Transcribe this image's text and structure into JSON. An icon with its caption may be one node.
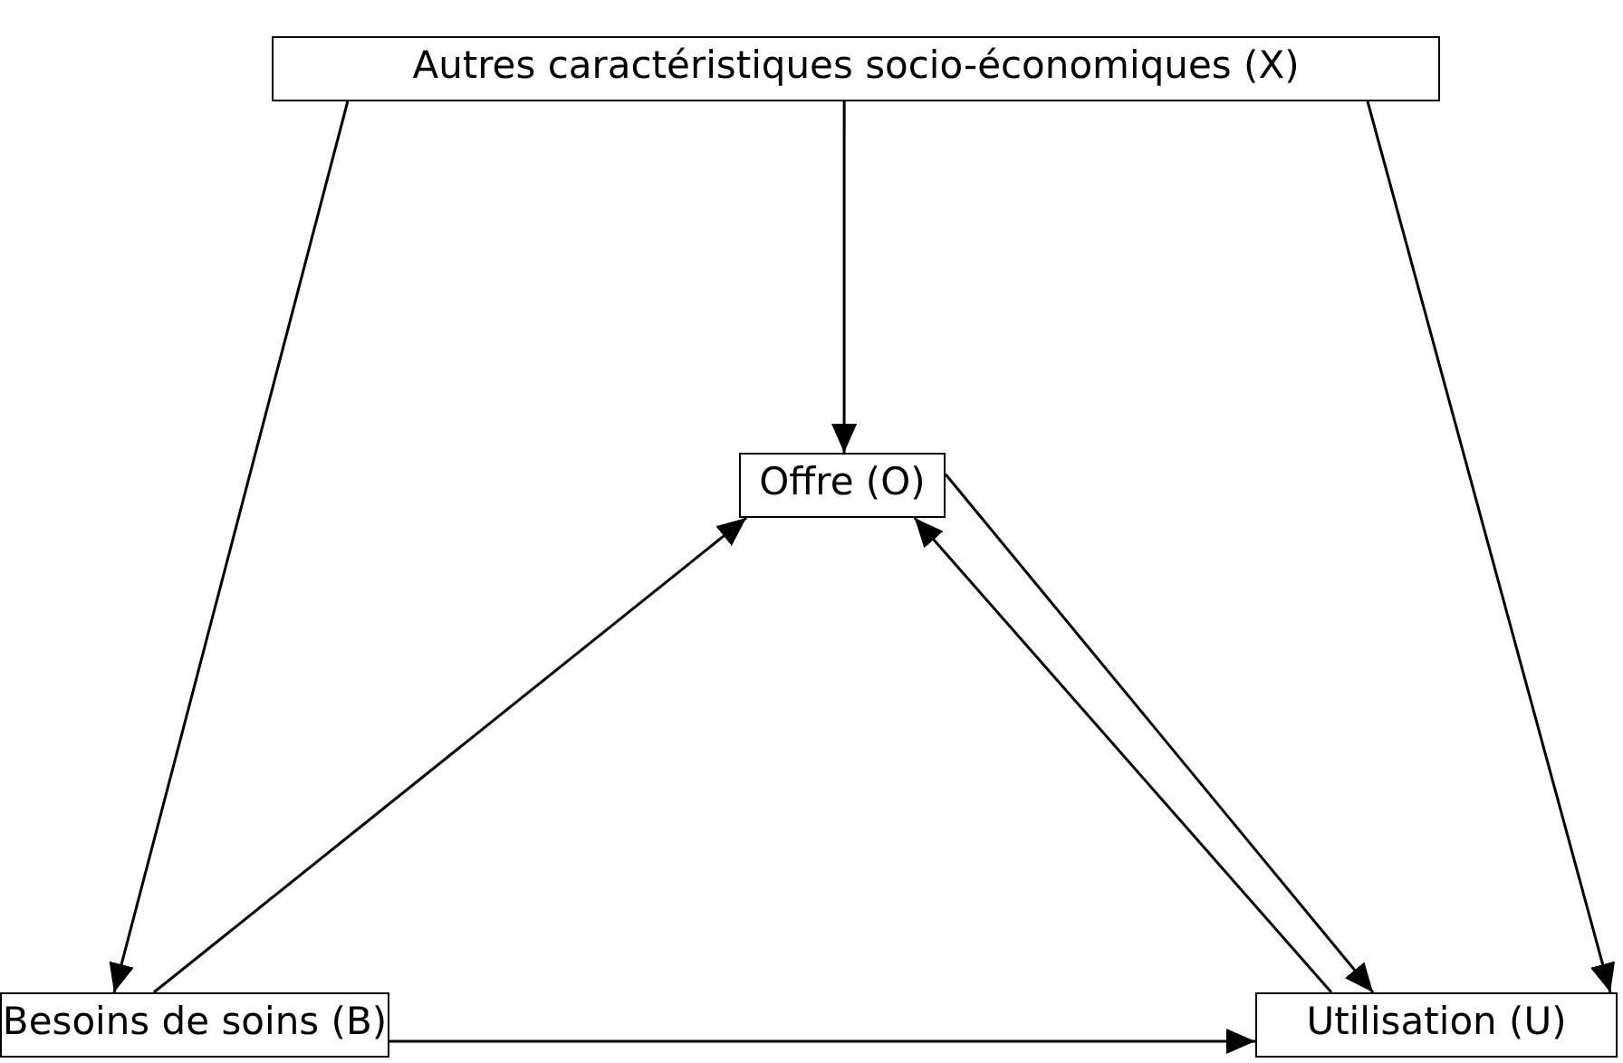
{
  "diagram": {
    "nodes": [
      {
        "text": [
          "Autres caractéristiques socio-économiques (X)"
        ]
      },
      {
        "text": [
          "Offre (O)"
        ]
      },
      {
        "text": [
          "Besoins de soins (B)"
        ]
      },
      {
        "text": [
          "Utilisation (U)"
        ]
      }
    ],
    "edges": [
      {
        "from": 0,
        "to": 2,
        "arrow": "to"
      },
      {
        "from": 0,
        "to": 1,
        "arrow": "to"
      },
      {
        "from": 0,
        "to": 3,
        "arrow": "to"
      },
      {
        "from": 2,
        "to": 1,
        "arrow": "to"
      },
      {
        "from": 1,
        "to": 3,
        "arrow": "to"
      },
      {
        "from": 3,
        "to": 1,
        "arrow": "to"
      },
      {
        "from": 2,
        "to": 3,
        "arrow": "to"
      }
    ]
  }
}
